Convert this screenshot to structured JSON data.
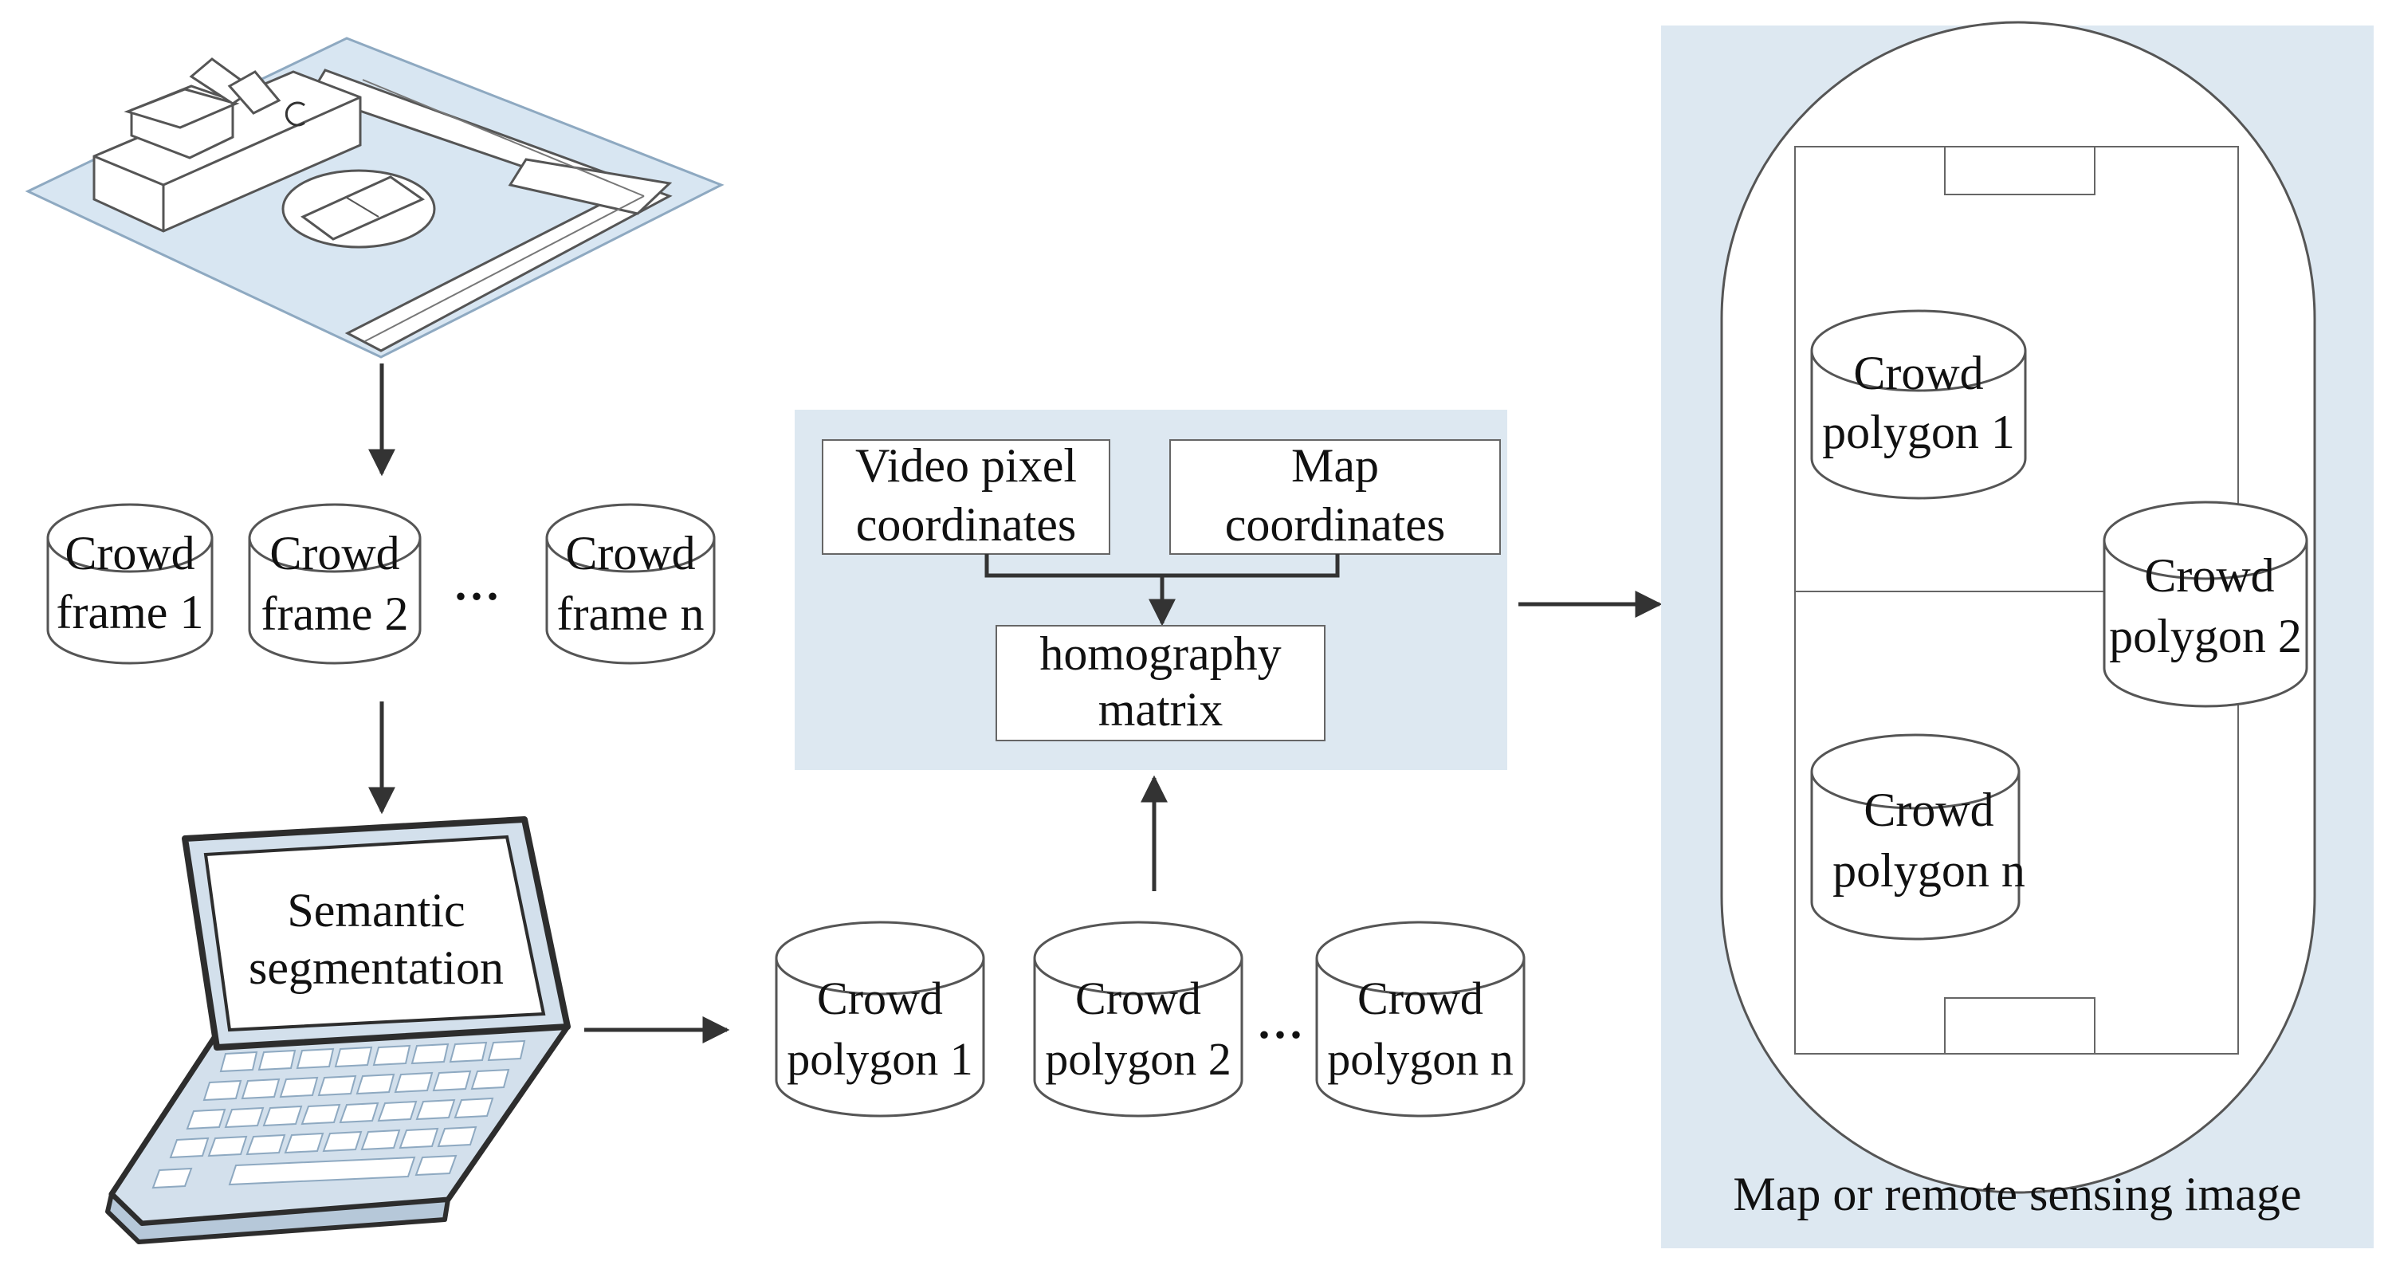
{
  "colors": {
    "panel": "#dde8f1",
    "stroke": "#555555",
    "arrow": "#333333",
    "laptop_body": "#d3e0ec",
    "laptop_frame": "#2d2d2d"
  },
  "frames": [
    {
      "line1": "Crowd",
      "line2": "frame 1"
    },
    {
      "line1": "Crowd",
      "line2": "frame 2"
    },
    {
      "line1": "Crowd",
      "line2": "frame n"
    }
  ],
  "frames_ellipsis": "...",
  "laptop": {
    "line1": "Semantic",
    "line2": "segmentation"
  },
  "video_polygons": [
    {
      "line1": "Crowd",
      "line2": "polygon 1"
    },
    {
      "line1": "Crowd",
      "line2": "polygon 2"
    },
    {
      "line1": "Crowd",
      "line2": "polygon n"
    }
  ],
  "polygons_ellipsis": "...",
  "homography": {
    "video_coords": {
      "line1": "Video pixel",
      "line2": "coordinates"
    },
    "map_coords": {
      "line1": "Map",
      "line2": "coordinates"
    },
    "matrix": {
      "line1": "homography",
      "line2": "matrix"
    }
  },
  "map": {
    "caption": "Map or remote sensing image",
    "polygons": [
      {
        "line1": "Crowd",
        "line2": "polygon 1"
      },
      {
        "line1": "Crowd",
        "line2": "polygon 2"
      },
      {
        "line1": "Crowd",
        "line2": "polygon n"
      }
    ]
  }
}
